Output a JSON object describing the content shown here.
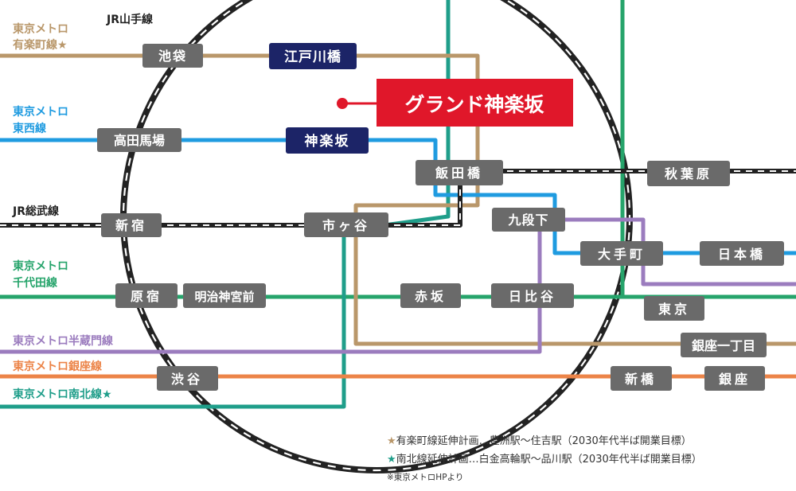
{
  "colors": {
    "yurakucho": "#b9976a",
    "tozai": "#1f9be0",
    "chiyoda": "#26a46b",
    "hanzomon": "#9b7cbe",
    "ginza": "#ec8448",
    "namboku": "#1f9e8a",
    "jr": "#222222",
    "station": "#6a6a6a",
    "station_highlight": "#1c2467",
    "property": "#e0172a"
  },
  "line_labels": {
    "yurakucho_1": "東京メトロ",
    "yurakucho_2": "有楽町線",
    "yurakucho_star": "★",
    "yamanote": "JR山手線",
    "tozai_1": "東京メトロ",
    "tozai_2": "東西線",
    "sobu": "JR総武線",
    "chiyoda_1": "東京メトロ",
    "chiyoda_2": "千代田線",
    "hanzomon": "東京メトロ半蔵門線",
    "ginza": "東京メトロ銀座線",
    "namboku": "東京メトロ南北線",
    "namboku_star": "★"
  },
  "property": "グランド神楽坂",
  "stations": {
    "ikebukuro": "池袋",
    "edogawabashi": "江戸川橋",
    "takadanobaba": "高田馬場",
    "kagurazaka": "神楽坂",
    "iidabashi": "飯田橋",
    "akihabara": "秋葉原",
    "shinjuku": "新宿",
    "ichigaya": "市ヶ谷",
    "kudanshita": "九段下",
    "otemachi": "大手町",
    "nihombashi": "日本橋",
    "harajuku": "原宿",
    "meijijingumae": "明治神宮前",
    "akasaka": "赤坂",
    "hibiya": "日比谷",
    "tokyo": "東京",
    "ginza_itchome": "銀座一丁目",
    "shibuya": "渋谷",
    "shimbashi": "新橋",
    "ginza": "銀座"
  },
  "notes": {
    "star": "★",
    "yurakucho": "有楽町線延伸計画…豊洲駅～住吉駅（2030年代半ば開業目標）",
    "namboku": "南北線延伸計画…白金高輪駅～品川駅（2030年代半ば開業目標）",
    "source": "※東京メトロHPより"
  }
}
